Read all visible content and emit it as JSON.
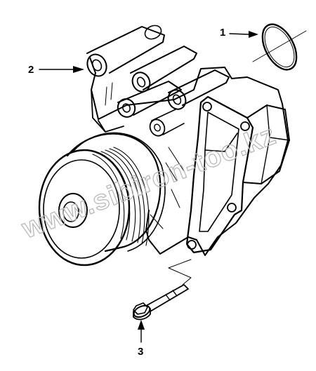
{
  "callouts": [
    {
      "number": "1",
      "part": "o-ring seal"
    },
    {
      "number": "2",
      "part": "water pump housing"
    },
    {
      "number": "3",
      "part": "flange bolt"
    }
  ],
  "watermark": "www.sibiron-too.kz"
}
